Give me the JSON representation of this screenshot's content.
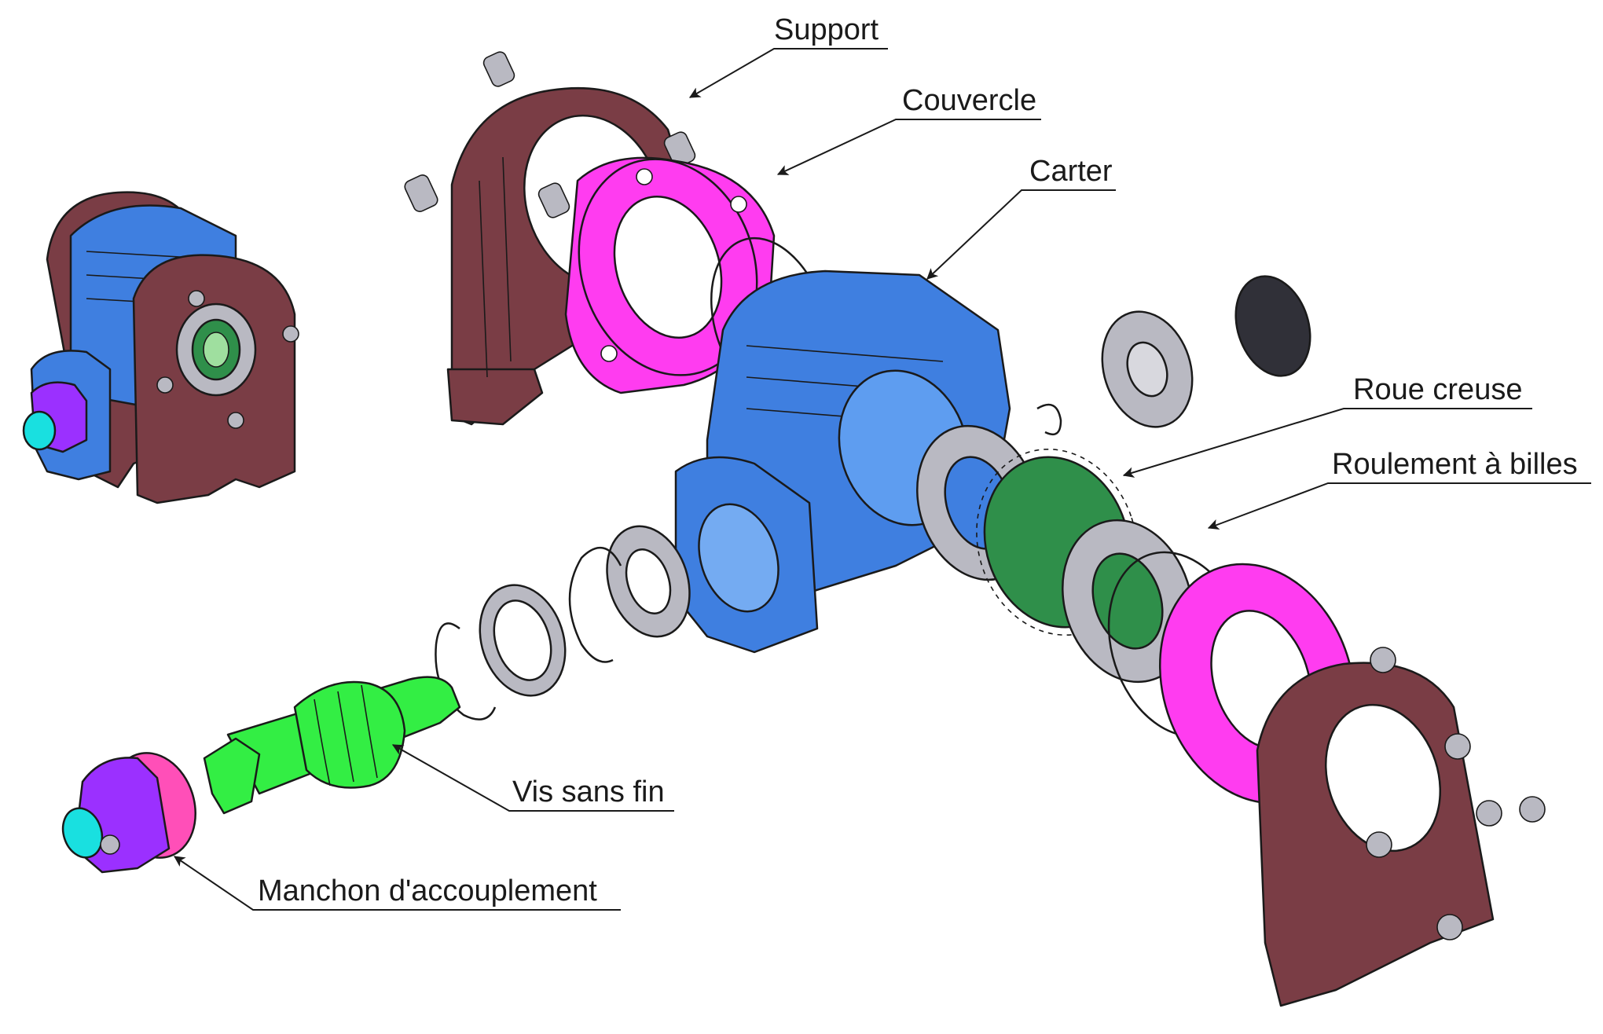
{
  "labels": {
    "support": "Support",
    "couvercle": "Couvercle",
    "carter": "Carter",
    "roue_creuse": "Roue creuse",
    "roulement": "Roulement à billes",
    "vis_sans_fin": "Vis sans fin",
    "manchon": "Manchon d'accouplement"
  },
  "colors": {
    "support": "#7a3d45",
    "couvercle": "#ff3cf0",
    "carter": "#3f7fe0",
    "roue": "#2f8f4a",
    "vis": "#33ee44",
    "manchon": "#9b30ff",
    "bearing": "#b9b9c2",
    "gasket": "#ffd98a",
    "circlip_red": "#e8202a",
    "cap": "#303038",
    "shaft_end": "#19e0e0"
  }
}
